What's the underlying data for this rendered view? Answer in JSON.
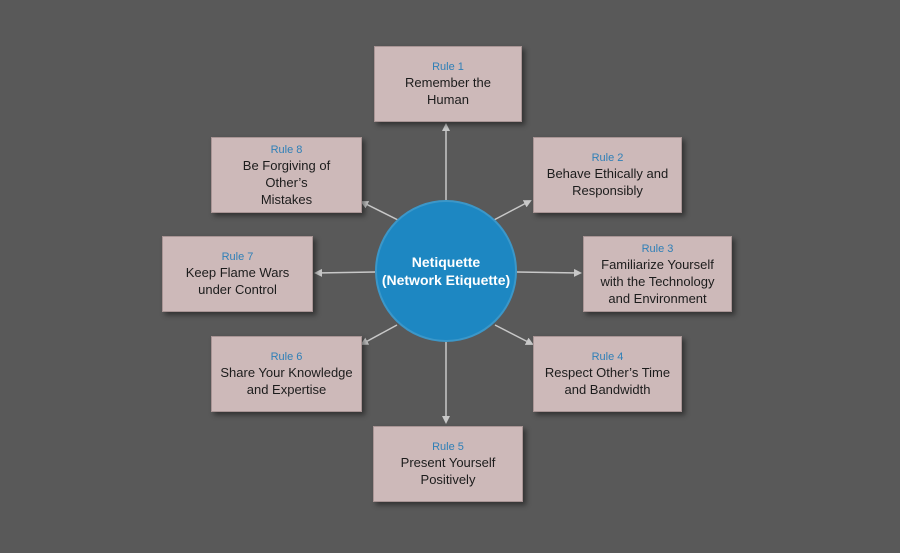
{
  "center": {
    "title_line1": "Netiquette",
    "title_line2": "(Network Etiquette)",
    "color": "#1d87c2"
  },
  "rules": [
    {
      "number": "Rule 1",
      "text_lines": [
        "Remember the Human"
      ]
    },
    {
      "number": "Rule 2",
      "text_lines": [
        "Behave Ethically and",
        "Responsibly"
      ]
    },
    {
      "number": "Rule 3",
      "text_lines": [
        "Familiarize Yourself",
        "with the Technology",
        "and Environment"
      ]
    },
    {
      "number": "Rule 4",
      "text_lines": [
        "Respect Other’s Time",
        "and Bandwidth"
      ]
    },
    {
      "number": "Rule 5",
      "text_lines": [
        "Present Yourself",
        "Positively"
      ]
    },
    {
      "number": "Rule 6",
      "text_lines": [
        "Share Your Knowledge",
        "and Expertise"
      ]
    },
    {
      "number": "Rule 7",
      "text_lines": [
        "Keep Flame Wars",
        "under Control"
      ]
    },
    {
      "number": "Rule 8",
      "text_lines": [
        "Be Forgiving of Other’s",
        "Mistakes"
      ]
    }
  ],
  "colors": {
    "background": "#595959",
    "box_fill": "#cdb9b9",
    "rule_number": "#2e7fb7",
    "arrow": "#c8c8c8"
  }
}
